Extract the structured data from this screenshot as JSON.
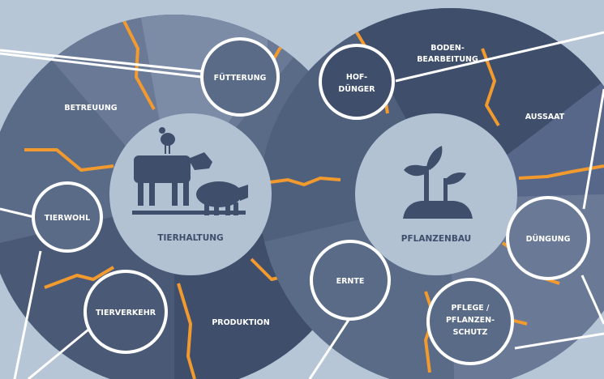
{
  "colors": {
    "background": "#b7c6d6",
    "segment_dark": "#3e4e6b",
    "segment_mid": "#5a6b87",
    "segment_light": "#7c8ba6",
    "center": "#b3c2d3",
    "accent_orange": "#f29a2e",
    "bubble_fill": "#4f607d",
    "bubble_ring": "#ffffff",
    "connector_line": "#ffffff"
  },
  "icons": {
    "livestock": "livestock-icon (cow, pig, chicken)",
    "plant": "plant-seedling-icon"
  },
  "left_circle": {
    "center_label": "TIERHALTUNG",
    "segments": [
      "BETREUUNG",
      "PRODUKTION"
    ],
    "bubbles": [
      "FÜTTERUNG",
      "TIERWOHL",
      "TIERVERKEHR"
    ]
  },
  "right_circle": {
    "center_label": "PFLANZENBAU",
    "segments": {
      "bodenbearbeitung": [
        "BODEN-",
        "BEARBEITUNG"
      ],
      "aussaat": "AUSSAAT"
    },
    "bubbles": {
      "hofduenger": [
        "HOF-",
        "DÜNGER"
      ],
      "duengung": "DÜNGUNG",
      "pflege": [
        "PFLEGE /",
        "PFLANZEN-",
        "SCHUTZ"
      ]
    }
  },
  "shared_bubbles": {
    "ernte": "ERNTE"
  }
}
